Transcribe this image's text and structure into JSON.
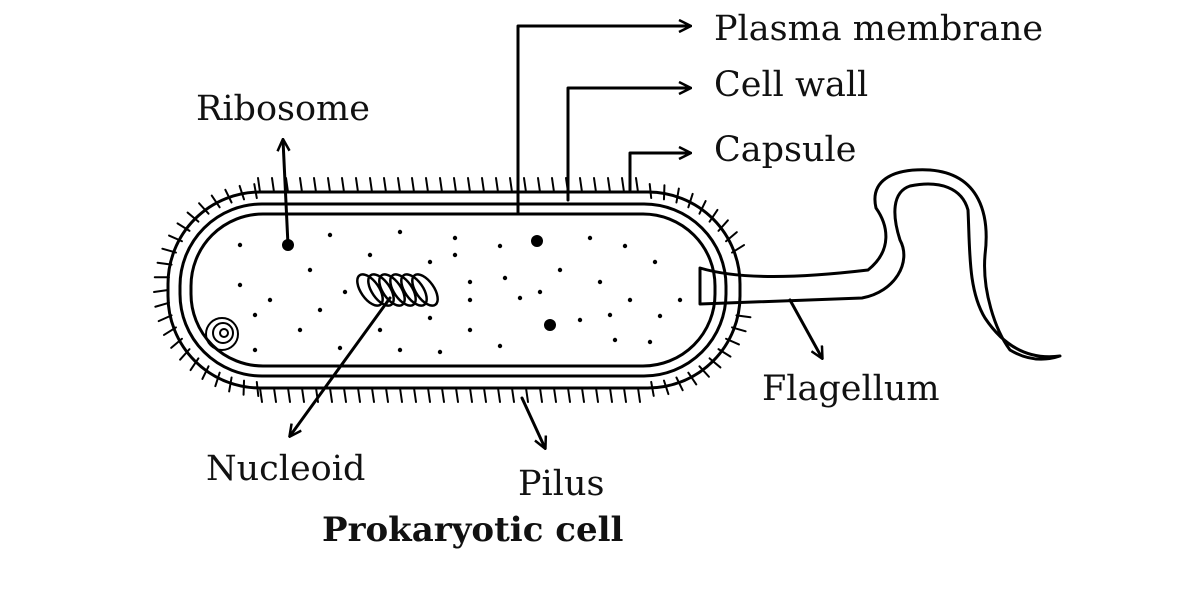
{
  "diagram": {
    "title": "Prokaryotic cell",
    "labels": {
      "plasma_membrane": "Plasma membrane",
      "cell_wall": "Cell wall",
      "capsule": "Capsule",
      "ribosome": "Ribosome",
      "flagellum": "Flagellum",
      "nucleoid": "Nucleoid",
      "pilus": "Pilus"
    }
  }
}
